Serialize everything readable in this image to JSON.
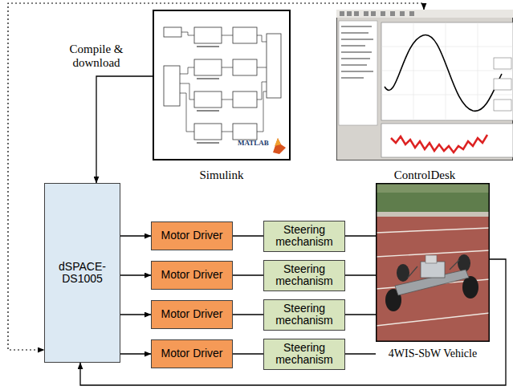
{
  "diagram": {
    "nodes": [
      {
        "text": [
          "Simulink"
        ]
      },
      {
        "text": [
          "ControlDesk"
        ]
      },
      {
        "text": [
          "dSPACE-DS1005"
        ]
      },
      {
        "text": [
          "Motor Driver"
        ]
      },
      {
        "text": [
          "Motor Driver"
        ]
      },
      {
        "text": [
          "Motor Driver"
        ]
      },
      {
        "text": [
          "Motor Driver"
        ]
      },
      {
        "text": [
          "Steering mechanism"
        ]
      },
      {
        "text": [
          "Steering mechanism"
        ]
      },
      {
        "text": [
          "Steering mechanism"
        ]
      },
      {
        "text": [
          "Steering mechanism"
        ]
      },
      {
        "text": [
          "4WIS-SbW Vehicle"
        ]
      }
    ],
    "edges": [
      {
        "from": 0,
        "to": 2,
        "arrow": "to",
        "label": "Compile & download"
      },
      {
        "from": 1,
        "to": 2,
        "arrow": "both"
      },
      {
        "from": 2,
        "to": 3,
        "arrow": "to"
      },
      {
        "from": 2,
        "to": 4,
        "arrow": "to"
      },
      {
        "from": 2,
        "to": 5,
        "arrow": "to"
      },
      {
        "from": 2,
        "to": 6,
        "arrow": "to"
      },
      {
        "from": 3,
        "to": 7,
        "arrow": "none"
      },
      {
        "from": 4,
        "to": 8,
        "arrow": "none"
      },
      {
        "from": 5,
        "to": 9,
        "arrow": "none"
      },
      {
        "from": 6,
        "to": 10,
        "arrow": "none"
      },
      {
        "from": 7,
        "to": 11,
        "arrow": "none"
      },
      {
        "from": 8,
        "to": 11,
        "arrow": "none"
      },
      {
        "from": 9,
        "to": 11,
        "arrow": "none"
      },
      {
        "from": 10,
        "to": 11,
        "arrow": "none"
      },
      {
        "from": 11,
        "to": 2,
        "arrow": "to"
      }
    ],
    "labels": [
      "MATLAB"
    ]
  }
}
